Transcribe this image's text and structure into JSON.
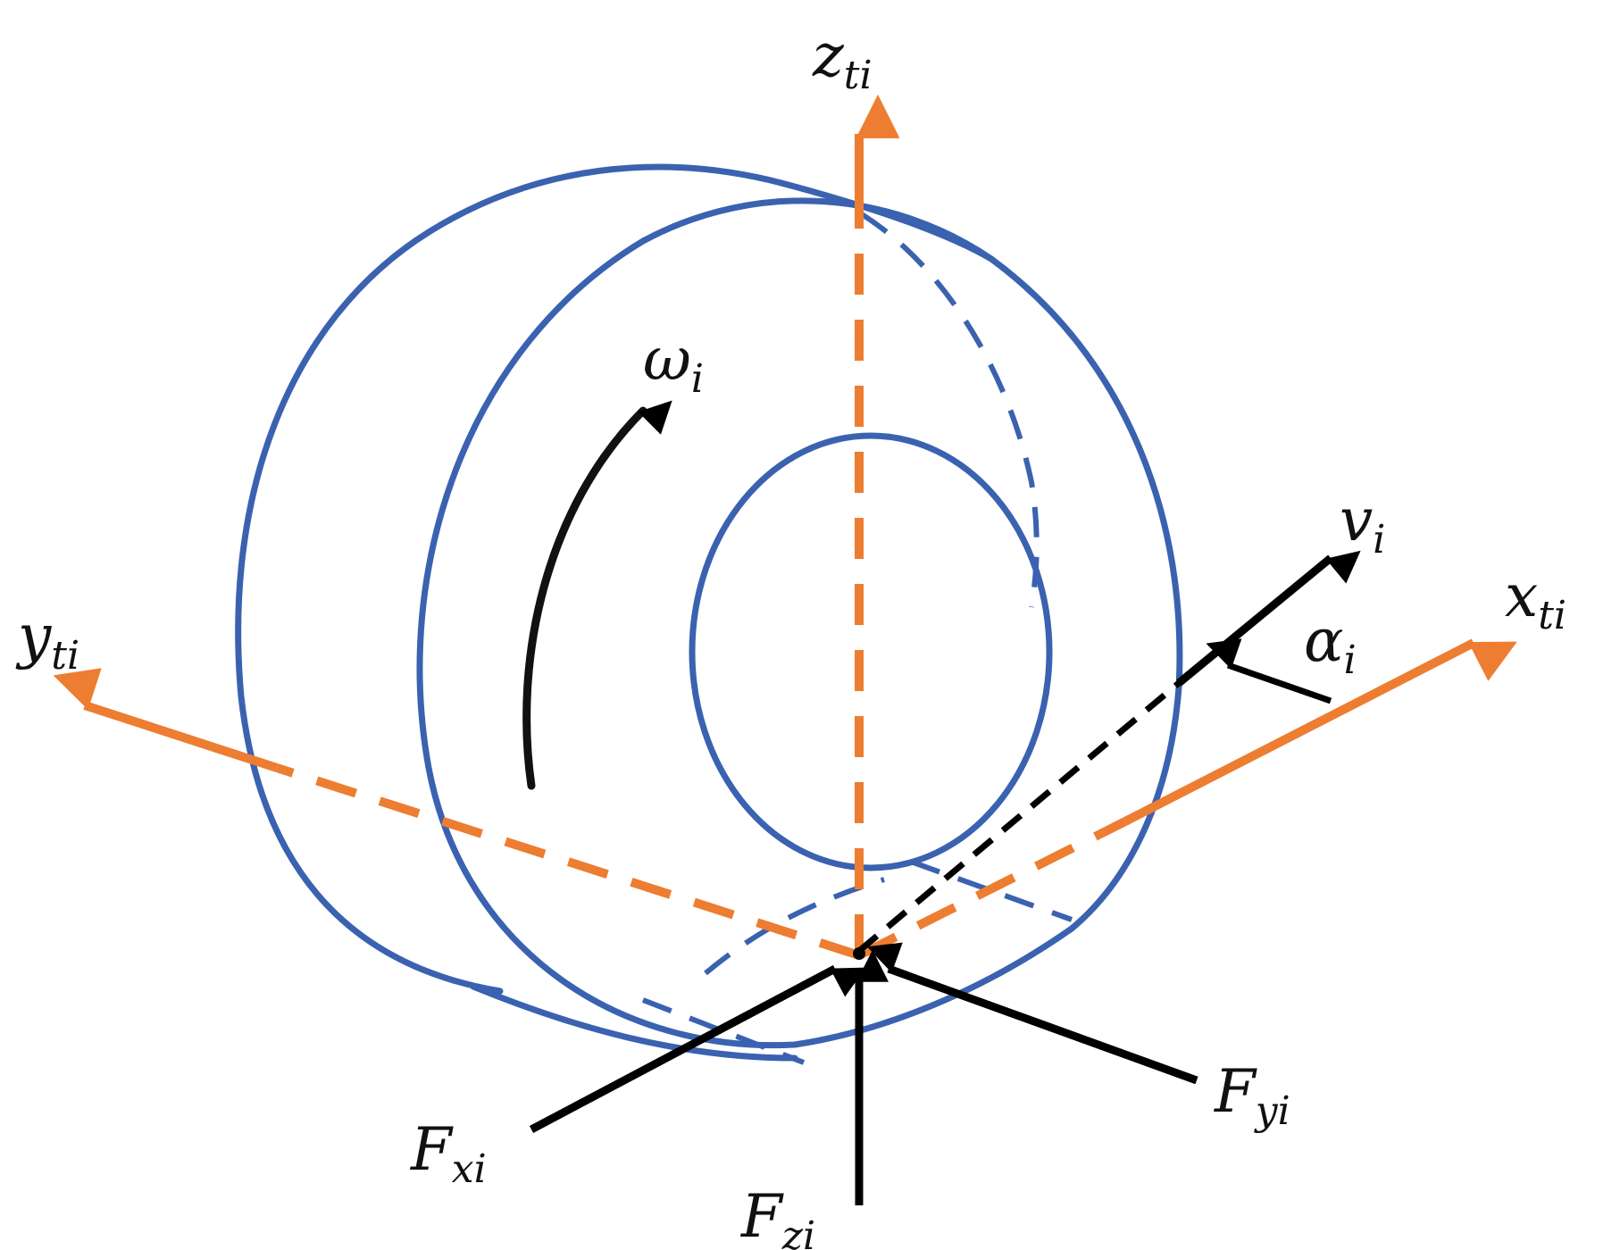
{
  "colors": {
    "wheel": "#3a62b0",
    "axis": "#ed7d31",
    "force": "#000000"
  },
  "labels": {
    "z_axis": {
      "main": "z",
      "sub": "ti"
    },
    "y_axis": {
      "main": "y",
      "sub": "ti"
    },
    "x_axis": {
      "main": "x",
      "sub": "ti"
    },
    "omega": {
      "main": "ω",
      "sub": "i"
    },
    "velocity": {
      "main": "v",
      "sub": "i"
    },
    "slip_angle": {
      "main": "α",
      "sub": "i"
    },
    "force_x": {
      "main": "F",
      "sub": "xi"
    },
    "force_y": {
      "main": "F",
      "sub": "yi"
    },
    "force_z": {
      "main": "F",
      "sub": "zi"
    }
  },
  "icons": {
    "rotation": "rotation-arrow-icon"
  }
}
